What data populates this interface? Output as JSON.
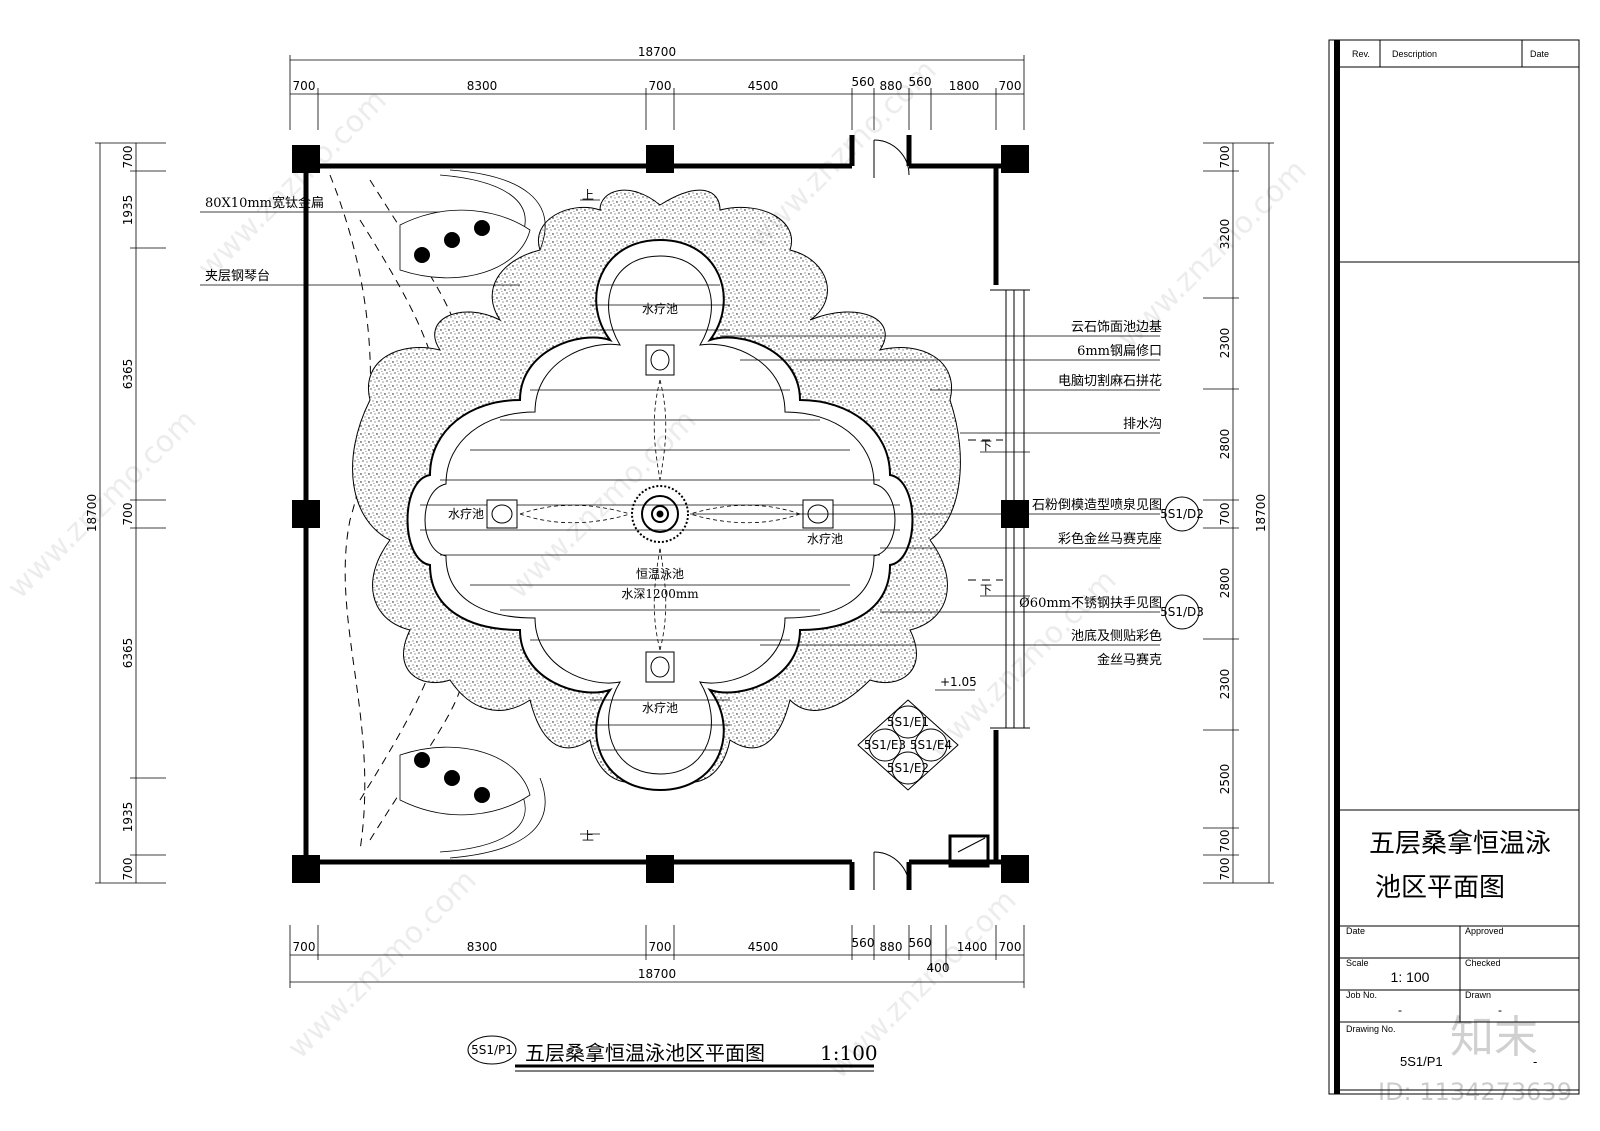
{
  "dimensions": {
    "top_overall": "18700",
    "top_segments": [
      "700",
      "8300",
      "700",
      "4500",
      "560",
      "880",
      "560",
      "1800",
      "700"
    ],
    "bottom_overall": "18700",
    "bottom_segments": [
      "700",
      "8300",
      "700",
      "4500",
      "560",
      "880",
      "560",
      "1400",
      "700"
    ],
    "bottom_extra": "400",
    "left_overall": "18700",
    "left_segments": [
      "700",
      "1935",
      "6365",
      "700",
      "6365",
      "1935",
      "700"
    ],
    "right_overall": "18700",
    "right_segments": [
      "700",
      "3200",
      "2300",
      "2800",
      "700",
      "2800",
      "2300",
      "2500",
      "700",
      "700"
    ]
  },
  "annotations_left": [
    "80X10mm宽钛金扁",
    "夹层钢琴台"
  ],
  "annotations_right": [
    "云石饰面池边基",
    "6mm钢扁修口",
    "电脑切割麻石拼花",
    "排水沟",
    "石粉倒模造型喷泉见图",
    "彩色金丝马赛克座",
    "Ø60mm不锈钢扶手见图",
    "池底及侧贴彩色",
    "金丝马赛克"
  ],
  "callouts": [
    "5S1/D2",
    "5S1/D3"
  ],
  "rooms": {
    "spa_top": "水疗池",
    "spa_bottom": "水疗池",
    "spa_left": "水疗池",
    "spa_right": "水疗池",
    "main_pool": "恒温泳池",
    "depth": "水深1200mm"
  },
  "markers": {
    "up_top": "上",
    "up_bottom": "上",
    "down_1": "下",
    "down_2": "下",
    "level": "+1.05"
  },
  "detail_marks": [
    "5S1/E1",
    "5S1/E2",
    "5S1/E3",
    "5S1/E4"
  ],
  "drawing_title": {
    "ref": "5S1/P1",
    "text": "五层桑拿恒温泳池区平面图",
    "scale": "1:100"
  },
  "title_block": {
    "rev_header": "Rev.",
    "desc_header": "Description",
    "date_header": "Date",
    "project_title_line1": "五层桑拿恒温泳",
    "project_title_line2": "池区平面图",
    "date_label": "Date",
    "approved_label": "Approved",
    "scale_label": "Scale",
    "scale_value": "1: 100",
    "checked_label": "Checked",
    "job_label": "Job No.",
    "job_value": "-",
    "drawn_label": "Drawn",
    "drawn_value": "-",
    "drawing_no_label": "Drawing No.",
    "drawing_no_value": "5S1/P1",
    "drawing_no_extra": "-"
  },
  "watermark": {
    "brand": "知末",
    "id": "ID: 1134273639",
    "site": "www.znzmo.com"
  }
}
